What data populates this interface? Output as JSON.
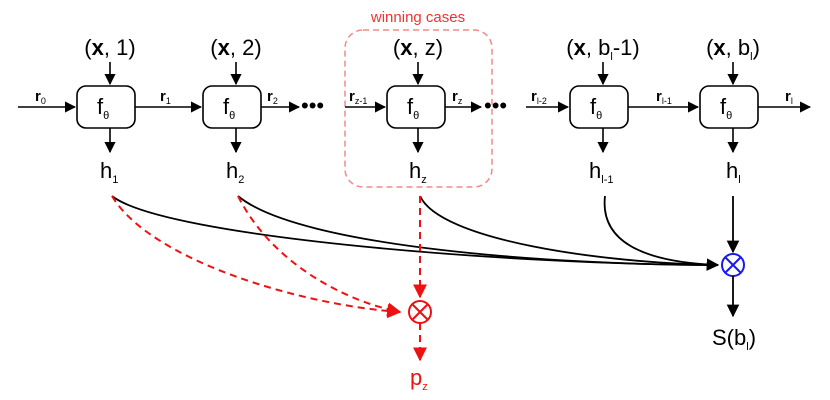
{
  "caption": "winning cases",
  "colors": {
    "line": "#000000",
    "winning_path": "#ee1111",
    "winning_box": "#f08a8a",
    "combine_node": "#1a1aee"
  },
  "steps": [
    {
      "input_vec": "x",
      "input_idx_main": "1",
      "input_idx_sub": "",
      "input_idx_tail": "",
      "f_main": "f",
      "f_sub": "θ",
      "h_main": "h",
      "h_sub": "1"
    },
    {
      "input_vec": "x",
      "input_idx_main": "2",
      "input_idx_sub": "",
      "input_idx_tail": "",
      "f_main": "f",
      "f_sub": "θ",
      "h_main": "h",
      "h_sub": "2"
    },
    {
      "input_vec": "x",
      "input_idx_main": "z",
      "input_idx_sub": "",
      "input_idx_tail": "",
      "f_main": "f",
      "f_sub": "θ",
      "h_main": "h",
      "h_sub": "z"
    },
    {
      "input_vec": "x",
      "input_idx_main": "b",
      "input_idx_sub": "l",
      "input_idx_tail": "-1",
      "f_main": "f",
      "f_sub": "θ",
      "h_main": "h",
      "h_sub": "l-1"
    },
    {
      "input_vec": "x",
      "input_idx_main": "b",
      "input_idx_sub": "l",
      "input_idx_tail": "",
      "f_main": "f",
      "f_sub": "θ",
      "h_main": "h",
      "h_sub": "l"
    }
  ],
  "r_labels": [
    {
      "main": "r",
      "sub": "0"
    },
    {
      "main": "r",
      "sub": "1"
    },
    {
      "main": "r",
      "sub": "2"
    },
    {
      "main": "r",
      "sub": "z-1"
    },
    {
      "main": "r",
      "sub": "z"
    },
    {
      "main": "r",
      "sub": "l-2"
    },
    {
      "main": "r",
      "sub": "l-1"
    },
    {
      "main": "r",
      "sub": "l"
    }
  ],
  "ellipsis": "•••",
  "combine_symbol": "⊗",
  "output_p": {
    "main": "p",
    "sub": "z"
  },
  "output_s": {
    "pre": "S(b",
    "sub": "l",
    "post": ")"
  }
}
